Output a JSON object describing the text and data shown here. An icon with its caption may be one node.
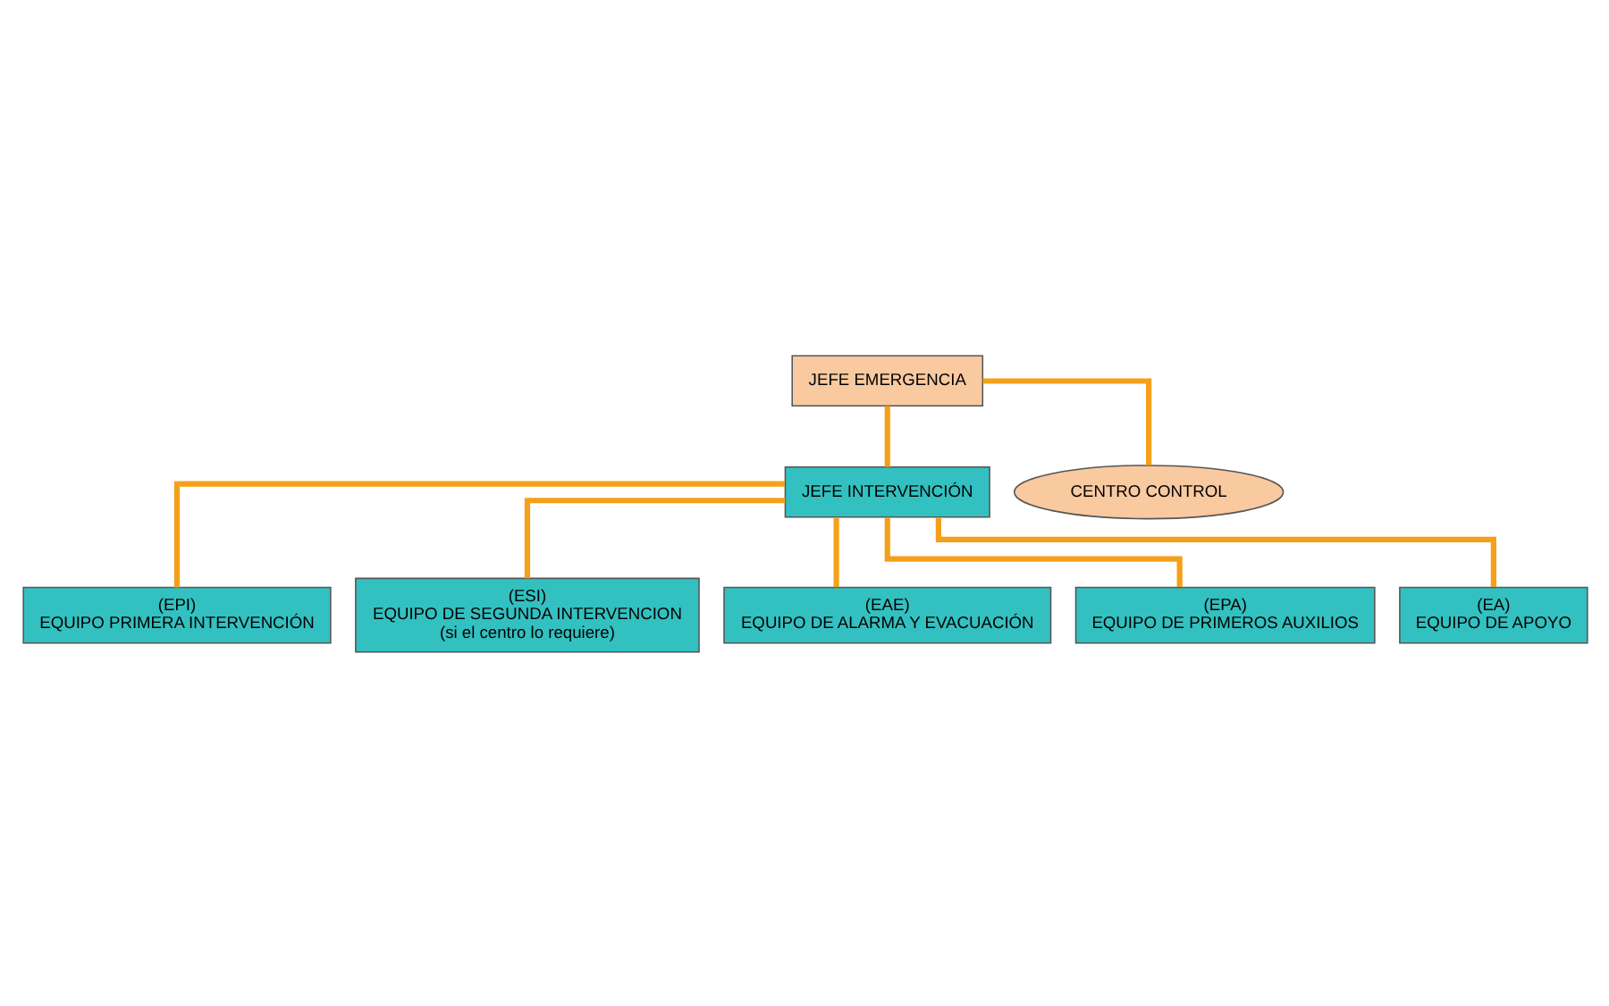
{
  "diagram": {
    "nodes": [
      {
        "text": [
          "JEFE EMERGENCIA"
        ]
      },
      {
        "text": [
          "CENTRO CONTROL"
        ]
      },
      {
        "text": [
          "JEFE INTERVENCIÓN"
        ]
      },
      {
        "text": [
          "(EPI)",
          "EQUIPO PRIMERA INTERVENCIÓN"
        ]
      },
      {
        "text": [
          "(ESI)",
          "EQUIPO DE SEGUNDA INTERVENCION",
          "(si el centro lo requiere)"
        ]
      },
      {
        "text": [
          "(EAE)",
          "EQUIPO DE ALARMA Y EVACUACIÓN"
        ]
      },
      {
        "text": [
          "(EPA)",
          "EQUIPO DE PRIMEROS AUXILIOS"
        ]
      },
      {
        "text": [
          "(EA)",
          "EQUIPO DE APOYO"
        ]
      }
    ],
    "edges": [
      {
        "from": 0,
        "to": 2,
        "arrow": "none"
      },
      {
        "from": 1,
        "to": 0,
        "arrow": "none"
      },
      {
        "from": 2,
        "to": 3,
        "arrow": "none"
      },
      {
        "from": 2,
        "to": 4,
        "arrow": "none"
      },
      {
        "from": 2,
        "to": 5,
        "arrow": "none"
      },
      {
        "from": 2,
        "to": 6,
        "arrow": "none"
      },
      {
        "from": 2,
        "to": 7,
        "arrow": "none"
      }
    ]
  }
}
